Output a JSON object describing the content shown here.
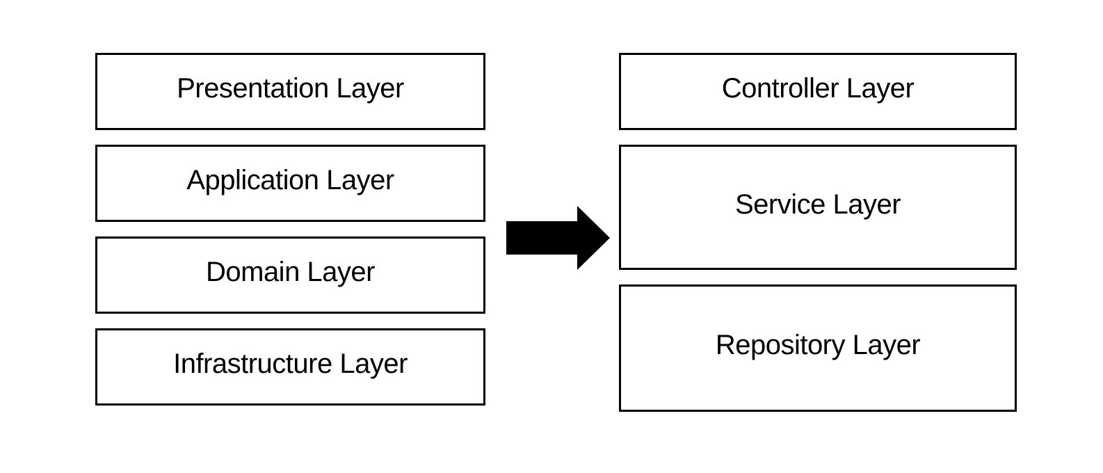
{
  "diagram": {
    "left_column": {
      "boxes": [
        {
          "label": "Presentation Layer"
        },
        {
          "label": "Application Layer"
        },
        {
          "label": "Domain Layer"
        },
        {
          "label": "Infrastructure Layer"
        }
      ]
    },
    "right_column": {
      "boxes": [
        {
          "label": "Controller Layer"
        },
        {
          "label": "Service Layer"
        },
        {
          "label": "Repository Layer"
        }
      ]
    },
    "arrow": {
      "direction": "right"
    },
    "colors": {
      "background": "#ffffff",
      "box_fill": "#ffffff",
      "box_border": "#000000",
      "text": "#000000",
      "arrow": "#000000"
    }
  }
}
